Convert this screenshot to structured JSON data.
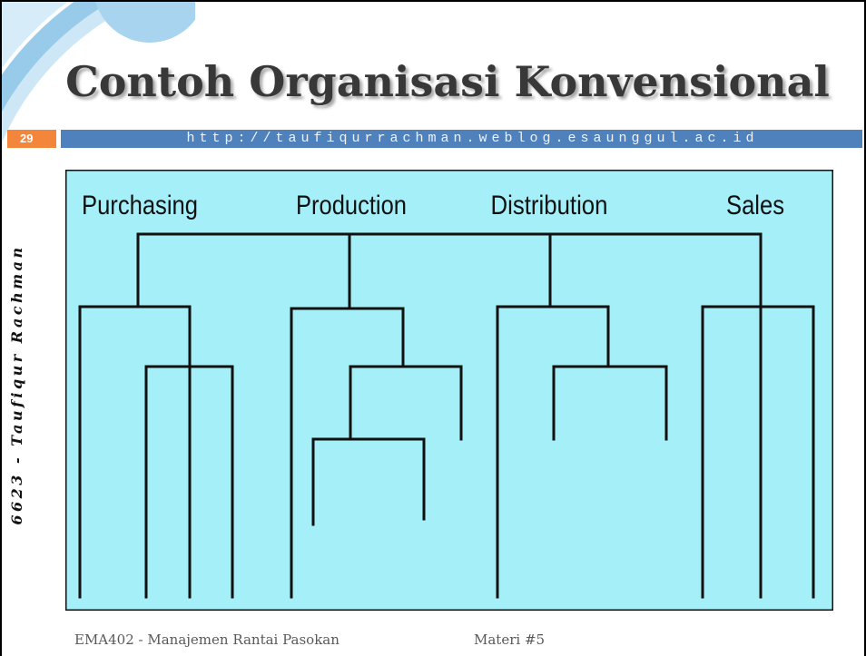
{
  "slide": {
    "title": "Contoh Organisasi Konvensional",
    "slide_number": "29",
    "url": "http://taufiqurrachman.weblog.esaunggul.ac.id",
    "side_text": "6623 - Taufiqur Rachman",
    "footer": {
      "course": "EMA402 - Manajemen Rantai Pasokan",
      "session": "Materi #5"
    }
  },
  "diagram": {
    "departments": [
      "Purchasing",
      "Production",
      "Distribution",
      "Sales"
    ]
  },
  "colors": {
    "title_text": "#383838",
    "slide_number_badge": "#f4863b",
    "header_bar": "#4f81bd",
    "url_text": "#eef3fa",
    "footer_text": "#595959",
    "diagram_background": "#a4eff8",
    "connector_lines": "#111111",
    "corner_decoration_blue": "#98cbea"
  }
}
